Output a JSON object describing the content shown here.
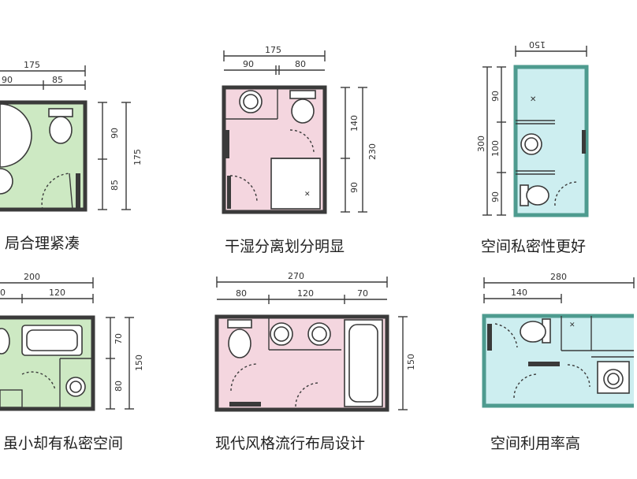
{
  "colors": {
    "green": "#cde9c3",
    "pink": "#f4d6df",
    "teal_wall": "#4e9b8f",
    "cyan": "#cdeef0",
    "line": "#3a3a3a"
  },
  "panels": [
    {
      "caption": "局合理紧凑",
      "dims": [
        "175",
        "90",
        "85",
        "90",
        "85",
        "175"
      ]
    },
    {
      "caption": "干湿分离划分明显",
      "dims": [
        "175",
        "90",
        "80",
        "140",
        "230",
        "90"
      ]
    },
    {
      "caption": "空间私密性更好",
      "dims": [
        "150",
        "300",
        "90",
        "100",
        "90"
      ]
    },
    {
      "caption": "虽小却有私密空间",
      "dims": [
        "200",
        "0",
        "120",
        "70",
        "150",
        "80"
      ]
    },
    {
      "caption": "现代风格流行布局设计",
      "dims": [
        "270",
        "80",
        "120",
        "70",
        "150"
      ]
    },
    {
      "caption": "空间利用率高",
      "dims": [
        "280",
        "140"
      ]
    }
  ]
}
